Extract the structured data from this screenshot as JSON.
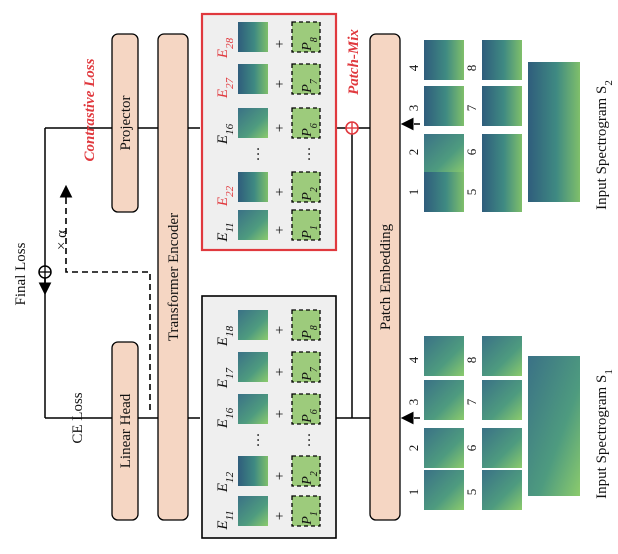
{
  "labels": {
    "final_loss": "Final Loss",
    "ce_loss": "CE Loss",
    "alpha": "× α",
    "contrastive_loss": "Contrastive Loss",
    "patch_mix": "Patch-Mix",
    "input_s1": "Input Spectrogram S",
    "input_s1_sub": "1",
    "input_s2": "Input Spectrogram S",
    "input_s2_sub": "2"
  },
  "blocks": {
    "linear_head": "Linear Head",
    "projector": "Projector",
    "transformer": "Transformer Encoder",
    "patch_embedding": "Patch Embedding"
  },
  "bottom_group": {
    "embeddings": [
      {
        "base": "E",
        "sub": "11"
      },
      {
        "base": "E",
        "sub": "12"
      },
      {
        "base": "E",
        "sub": "16"
      },
      {
        "base": "E",
        "sub": "17"
      },
      {
        "base": "E",
        "sub": "18"
      }
    ],
    "positions": [
      {
        "base": "P",
        "sub": "1"
      },
      {
        "base": "P",
        "sub": "2"
      },
      {
        "base": "P",
        "sub": "6"
      },
      {
        "base": "P",
        "sub": "7"
      },
      {
        "base": "P",
        "sub": "8"
      }
    ],
    "plus": "+",
    "dots": "…"
  },
  "top_group": {
    "embeddings": [
      {
        "base": "E",
        "sub": "11"
      },
      {
        "base": "E",
        "sub": "22"
      },
      {
        "base": "E",
        "sub": "16"
      },
      {
        "base": "E",
        "sub": "27"
      },
      {
        "base": "E",
        "sub": "28"
      }
    ],
    "positions": [
      {
        "base": "P",
        "sub": "1"
      },
      {
        "base": "P",
        "sub": "2"
      },
      {
        "base": "P",
        "sub": "6"
      },
      {
        "base": "P",
        "sub": "7"
      },
      {
        "base": "P",
        "sub": "8"
      }
    ],
    "plus": "+",
    "dots": "…"
  },
  "patch_numbers_s1": [
    "1",
    "2",
    "3",
    "4",
    "5",
    "6",
    "7",
    "8"
  ],
  "patch_numbers_s2": [
    "1",
    "2",
    "3",
    "4",
    "5",
    "6",
    "7",
    "8"
  ],
  "colors": {
    "block_fill": "#f5d6c3",
    "panel_fill": "#efefef",
    "pos_fill": "#9dcb7c",
    "accent_red": "#e0393e",
    "spec_dark": "#2f5d7c",
    "spec_mid": "#3f8a82",
    "spec_light": "#7fbf6a"
  }
}
